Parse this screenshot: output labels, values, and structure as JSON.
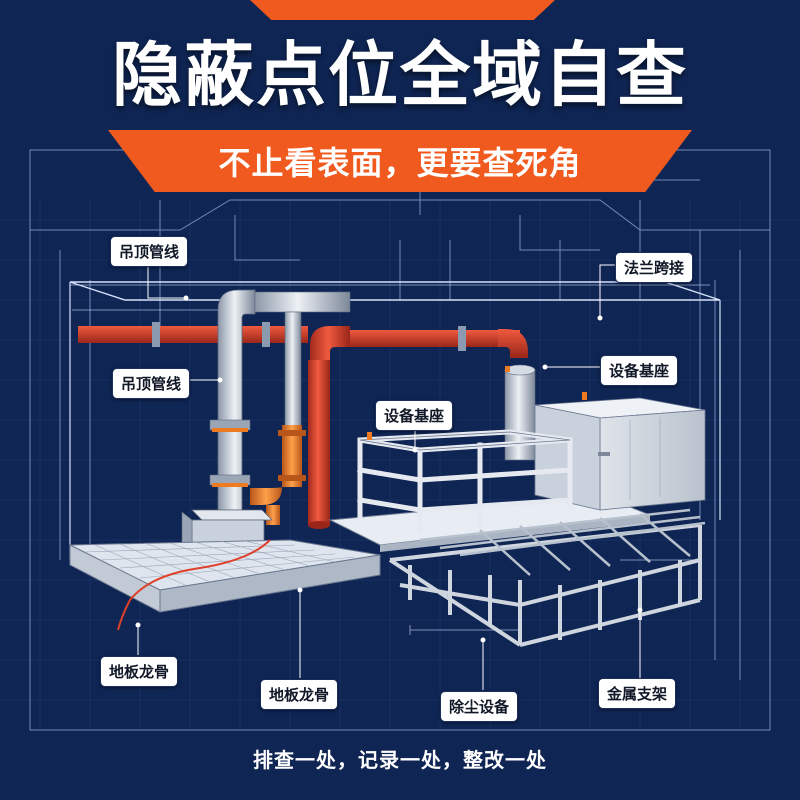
{
  "title": "隐蔽点位全域自查",
  "subtitle": "不止看表面，更要查死角",
  "labels": {
    "ceiling_pipe_top": "吊顶管线",
    "ceiling_pipe_mid": "吊顶管线",
    "flange_crossing": "法兰跨接",
    "equipment_base_right": "设备基座",
    "equipment_base_center": "设备基座",
    "floor_joist_left": "地板龙骨",
    "floor_joist_center": "地板龙骨",
    "dust_removal": "除尘设备",
    "metal_bracket": "金属支架"
  },
  "footer": "排查一处，记录一处，整改一处",
  "colors": {
    "background": "#0f2554",
    "accent": "#f05a1e",
    "pipe_red": "#d9412b",
    "pipe_orange": "#ee7a22",
    "steel": "#c9d1dc"
  }
}
